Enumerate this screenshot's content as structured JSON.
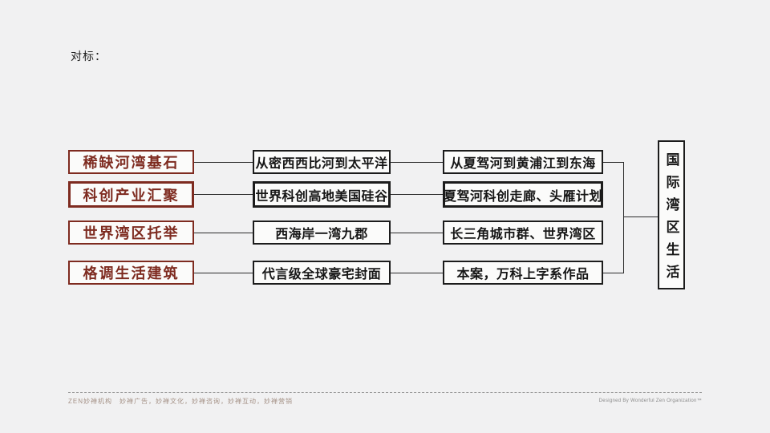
{
  "page": {
    "title": "对标：",
    "background_color": "#f1f1f2",
    "accent_red": "#7e2b20",
    "line_color": "#2b2b2b"
  },
  "rows": [
    {
      "left": "稀缺河湾基石",
      "mid": "从密西西比河到太平洋",
      "right": "从夏驾河到黄浦江到东海",
      "emphasis": false
    },
    {
      "left": "科创产业汇聚",
      "mid": "世界科创高地美国硅谷",
      "right": "夏驾河科创走廊、头雁计划",
      "emphasis": true
    },
    {
      "left": "世界湾区托举",
      "mid": "西海岸一湾九郡",
      "right": "长三角城市群、世界湾区",
      "emphasis": false
    },
    {
      "left": "格调生活建筑",
      "mid": "代言级全球豪宅封面",
      "right": "本案，万科上字系作品",
      "emphasis": false
    }
  ],
  "conclusion": {
    "label": "国际湾区生活"
  },
  "footer": {
    "left": "ZEN妙禅机构　妙禅广告，妙禅文化，妙禅咨询，妙禅互动，妙禅营销",
    "right": "Designed By Wonderful Zen Organization™"
  }
}
